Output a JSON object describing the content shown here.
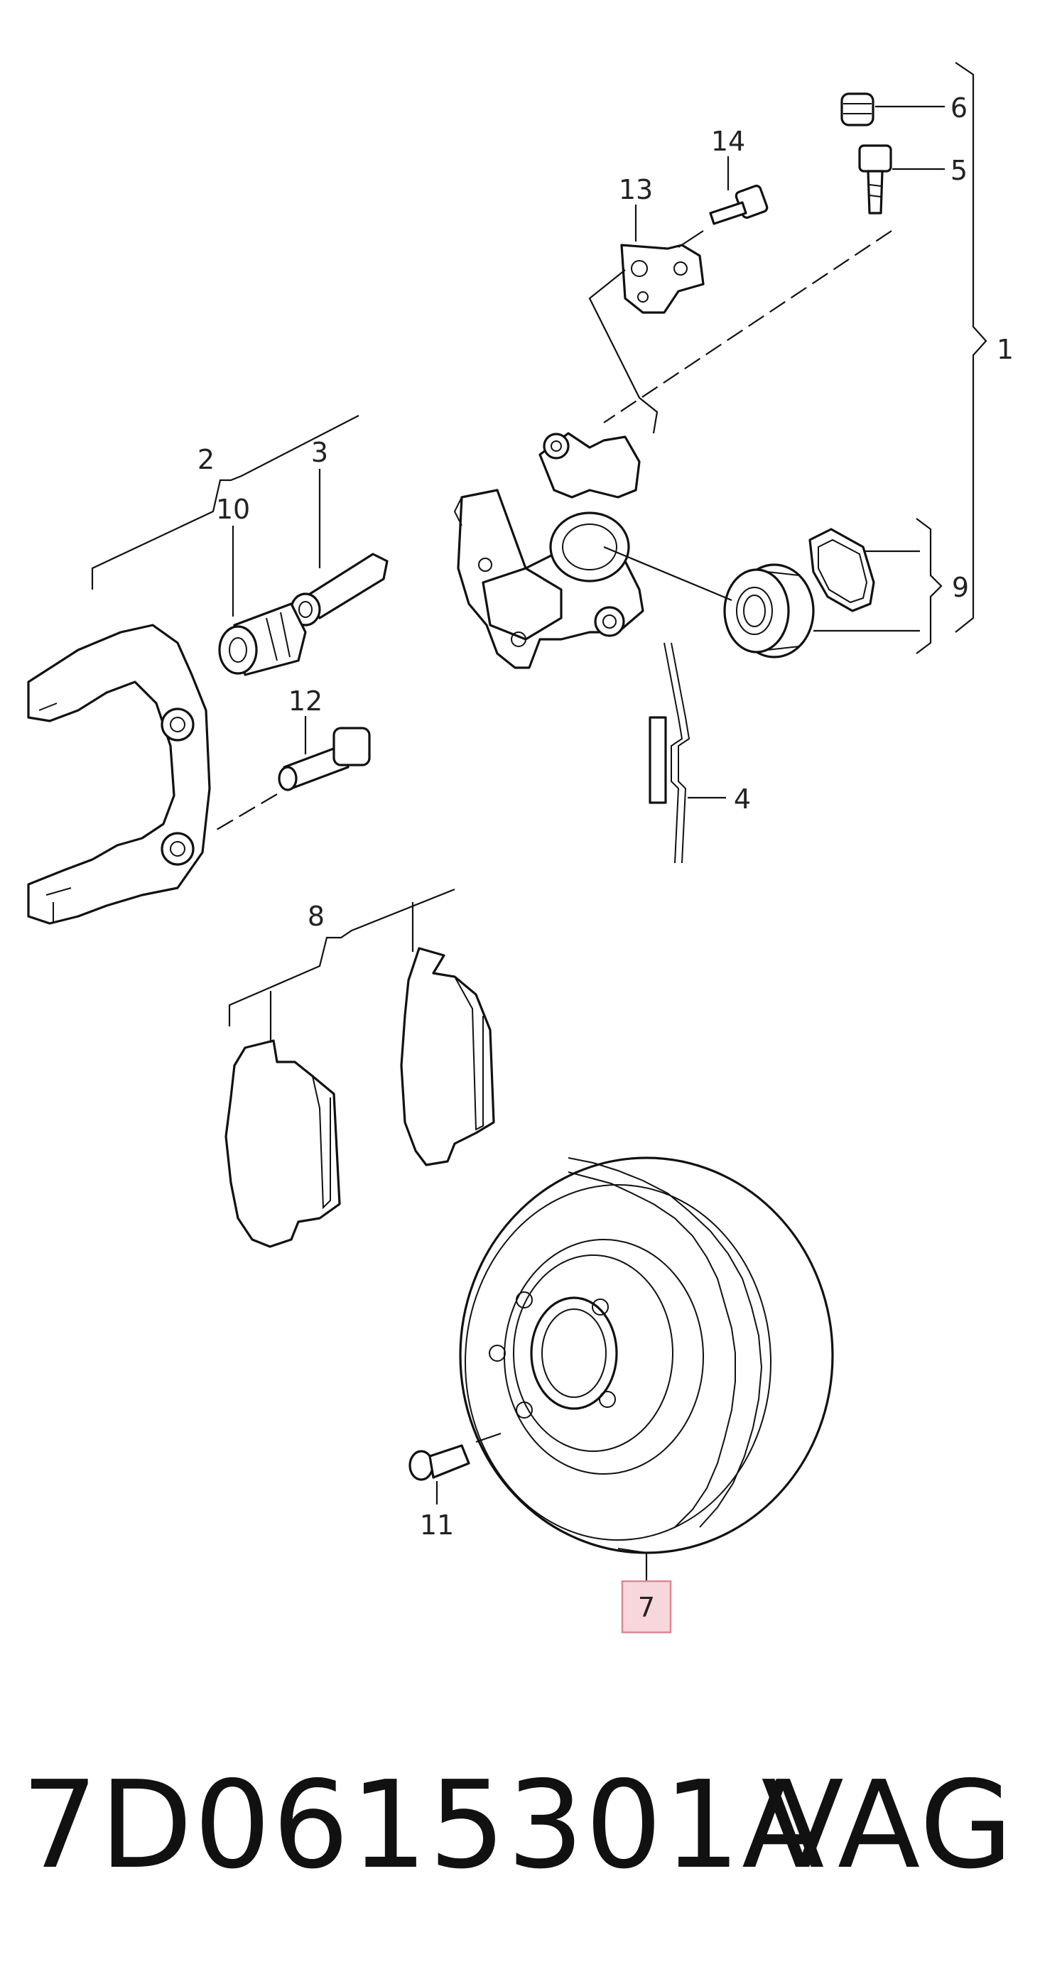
{
  "callouts": {
    "c1": "1",
    "c2": "2",
    "c3": "3",
    "c4": "4",
    "c5": "5",
    "c6": "6",
    "c7": "7",
    "c8": "8",
    "c9": "9",
    "c10": "10",
    "c11": "11",
    "c12": "12",
    "c13": "13",
    "c14": "14"
  },
  "highlight": {
    "callout": "7",
    "fill_color": "#f8d7dc",
    "border_color": "#d98896"
  },
  "footer": {
    "part_number": "7D0615301A",
    "brand": "VAG"
  }
}
